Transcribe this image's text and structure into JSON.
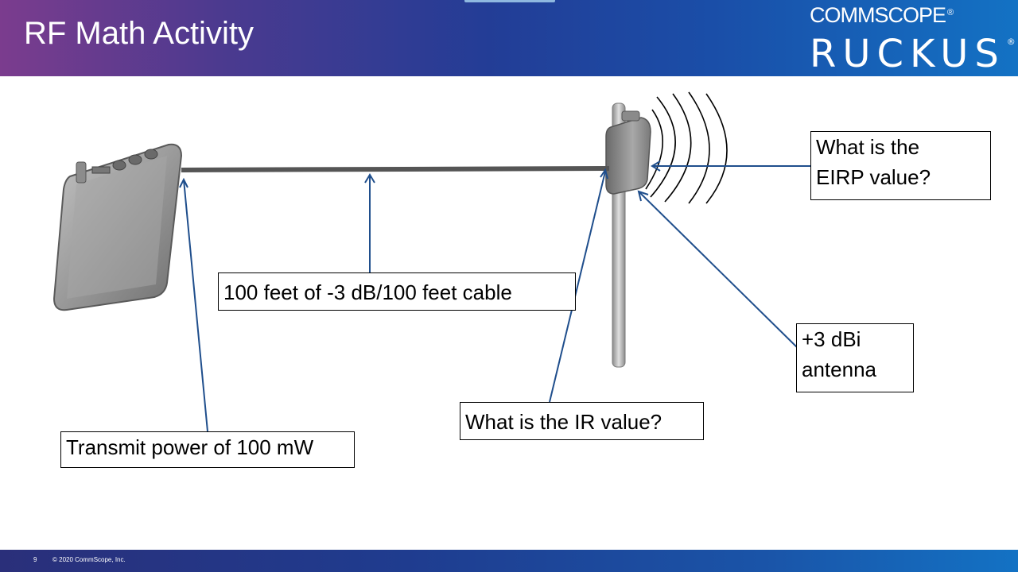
{
  "slide": {
    "title": "RF Math Activity",
    "slide_number": "9",
    "copyright": "© 2020 CommScope, Inc."
  },
  "logo": {
    "brand_top": "COMMSCOPE",
    "brand_bottom": "RUCKUS",
    "registered": "®"
  },
  "labels": {
    "transmit_power": "Transmit power of 100 mW",
    "cable": "100 feet of -3 dB/100 feet cable",
    "ir_question": "What is the IR value?",
    "antenna_line1": "+3 dBi",
    "antenna_line2": "antenna",
    "eirp_line1": "What is the",
    "eirp_line2": "EIRP value?"
  },
  "colors": {
    "arrow": "#1f4e8c",
    "cable": "#555555",
    "header_start": "#7b3c8e",
    "header_end": "#1372c4"
  },
  "icons": {
    "access_point": "access-point-device",
    "antenna": "pole-mounted-antenna",
    "waves": "radio-wave-arcs"
  }
}
